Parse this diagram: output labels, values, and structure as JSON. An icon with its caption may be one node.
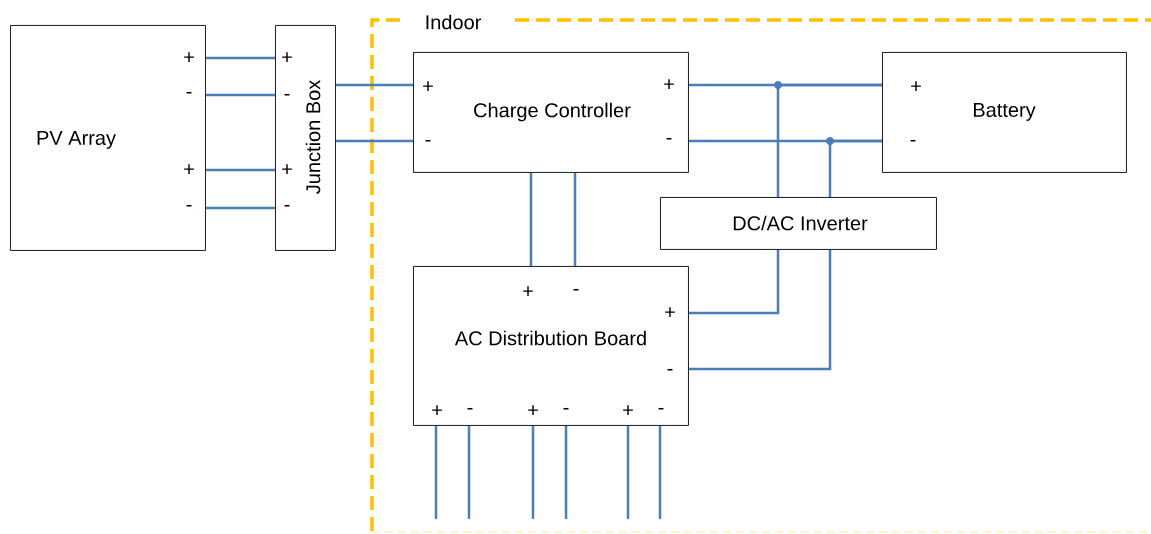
{
  "diagram": {
    "nodes": [
      {
        "text": [
          "PV Array"
        ]
      },
      {
        "text": [
          "Junction Box"
        ]
      },
      {
        "text": [
          "Indoor"
        ]
      },
      {
        "text": [
          "Charge Controller"
        ],
        "in": 2
      },
      {
        "text": [
          "Battery"
        ],
        "in": 2
      },
      {
        "text": [
          "DC/AC Inverter"
        ],
        "in": 2
      },
      {
        "text": [
          "AC Distribution Board"
        ],
        "in": 2
      }
    ],
    "edges": [
      {
        "from": 0,
        "to": 1,
        "arrow": "none"
      },
      {
        "from": 0,
        "to": 1,
        "arrow": "none"
      },
      {
        "from": 0,
        "to": 1,
        "arrow": "none"
      },
      {
        "from": 0,
        "to": 1,
        "arrow": "none"
      },
      {
        "from": 1,
        "to": 3,
        "arrow": "none"
      },
      {
        "from": 1,
        "to": 3,
        "arrow": "none"
      },
      {
        "from": 3,
        "to": 4,
        "arrow": "none"
      },
      {
        "from": 3,
        "to": 4,
        "arrow": "none"
      },
      {
        "from": 5,
        "to": 4,
        "arrow": "none"
      },
      {
        "from": 5,
        "to": 4,
        "arrow": "none"
      },
      {
        "from": 3,
        "to": 6,
        "arrow": "none"
      },
      {
        "from": 3,
        "to": 6,
        "arrow": "none"
      },
      {
        "from": 5,
        "to": 6,
        "arrow": "none"
      },
      {
        "from": 5,
        "to": 6,
        "arrow": "none"
      },
      {
        "from": 6,
        "to": null,
        "arrow": "none"
      },
      {
        "from": 6,
        "to": null,
        "arrow": "none"
      },
      {
        "from": 6,
        "to": null,
        "arrow": "none"
      },
      {
        "from": 6,
        "to": null,
        "arrow": "none"
      },
      {
        "from": 6,
        "to": null,
        "arrow": "none"
      },
      {
        "from": 6,
        "to": null,
        "arrow": "none"
      }
    ],
    "labels": [
      "+",
      "+",
      "+",
      "+",
      "+",
      "-",
      "-",
      "-",
      "-",
      "-",
      "+",
      "+",
      "-",
      "-",
      "+",
      "-",
      "+",
      "-",
      "+",
      "-",
      "+",
      "-",
      "+",
      "-"
    ]
  }
}
